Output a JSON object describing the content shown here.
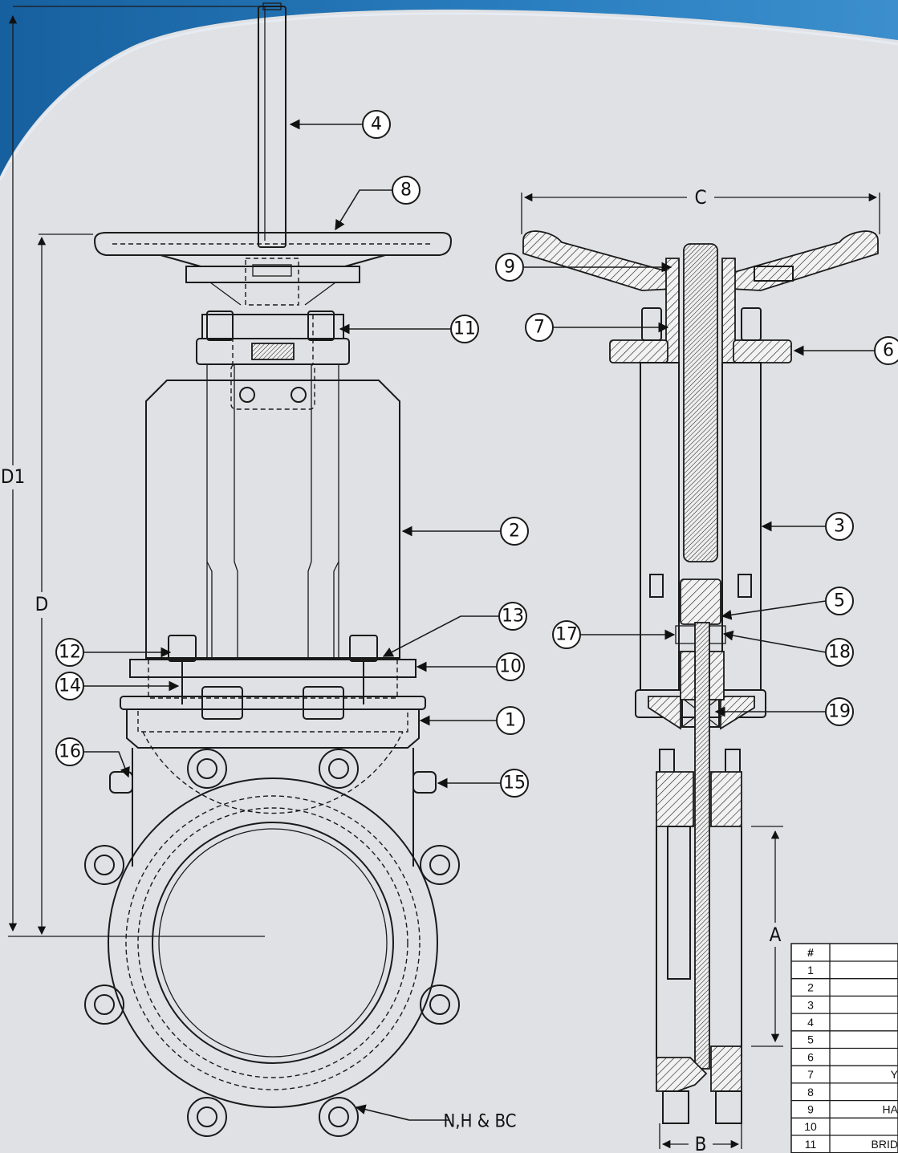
{
  "brand": {
    "banner_color": "#1f6fb2",
    "background": "#dfe1e4"
  },
  "callouts": {
    "c1": "1",
    "c2": "2",
    "c3": "3",
    "c4": "4",
    "c5": "5",
    "c6": "6",
    "c7": "7",
    "c8": "8",
    "c9": "9",
    "c10": "10",
    "c11": "11",
    "c12": "12",
    "c13": "13",
    "c14": "14",
    "c15": "15",
    "c16": "16",
    "c17": "17",
    "c18": "18",
    "c19": "19"
  },
  "dimensions": {
    "A": "A",
    "B": "B",
    "C": "C",
    "D": "D",
    "D1": "D1",
    "nhbc": "N,H & BC"
  },
  "parts_table": {
    "header": "#",
    "rows": [
      {
        "num": "1",
        "name": ""
      },
      {
        "num": "2",
        "name": ""
      },
      {
        "num": "3",
        "name": ""
      },
      {
        "num": "4",
        "name": ""
      },
      {
        "num": "5",
        "name": ""
      },
      {
        "num": "6",
        "name": ""
      },
      {
        "num": "7",
        "name": "Y"
      },
      {
        "num": "8",
        "name": ""
      },
      {
        "num": "9",
        "name": "HA"
      },
      {
        "num": "10",
        "name": ""
      },
      {
        "num": "11",
        "name": "BRID"
      }
    ]
  }
}
